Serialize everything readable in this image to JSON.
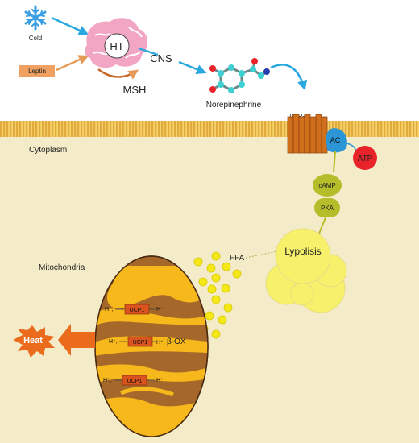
{
  "labels": {
    "cold": "Cold",
    "leptin": "Leptin",
    "ht": "HT",
    "cns": "CNS",
    "msh": "MSH",
    "norepinephrine": "Norepinephrine",
    "receptor": "βAR+",
    "cytoplasm": "Cytoplasm",
    "ac": "AC",
    "atp": "ATP",
    "camp": "cAMP",
    "pka": "PKA",
    "ffa": "FFA",
    "lypolisis": "Lypolisis",
    "mitochondria": "Mitochondria",
    "heat": "Heat",
    "ucp1": "UCP1",
    "h_plus": "H⁺",
    "h_plus_comma": "H⁺,",
    "beta_ox": "β-OX",
    "h_plus_beta": "H⁺,"
  },
  "colors": {
    "cytoplasm": "#f4ecc8",
    "membrane": "#e8ae36",
    "arrow_blue": "#29a8e0",
    "arrow_orange": "#e59b57",
    "leptin_box": "#f0a060",
    "hypothalamus": "#f3a6c4",
    "receptor": "#d06f1c",
    "ac": "#2b95d6",
    "atp": "#e8242a",
    "camp_pka": "#b6bd2b",
    "lipid": "#f7f06a",
    "ffa_dot": "#f5e819",
    "mito_outer": "#a6682a",
    "mito_inner": "#f7b81c",
    "ucp1": "#d9541e",
    "heat": "#ea6b1c",
    "snowflake": "#3a9ee4"
  },
  "icons": {
    "cold": "snowflake-icon",
    "heat": "starburst-icon",
    "norepinephrine": "molecule-icon"
  }
}
